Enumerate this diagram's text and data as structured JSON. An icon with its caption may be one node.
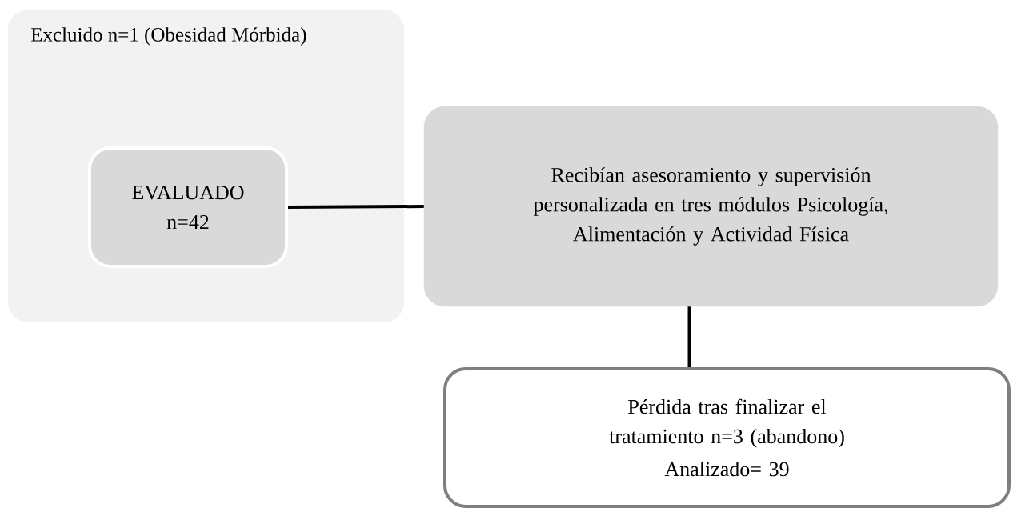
{
  "diagram": {
    "nodes": [
      {
        "text": [
          "Excluido n=1 (Obesidad Mórbida)"
        ]
      },
      {
        "text": [
          "EVALUADO n=42"
        ],
        "in": 0
      },
      {
        "text": [
          "Recibían asesoramiento y supervisión personalizada en tres módulos Psicología, Alimentación y Actividad Física"
        ]
      },
      {
        "text": [
          "Pérdida tras finalizar el tratamiento n=3 (abandono)",
          "Analizado= 39"
        ]
      }
    ],
    "edges": [
      {
        "from": 1,
        "to": 2,
        "arrow": "none"
      },
      {
        "from": 2,
        "to": 3,
        "arrow": "none"
      }
    ]
  }
}
